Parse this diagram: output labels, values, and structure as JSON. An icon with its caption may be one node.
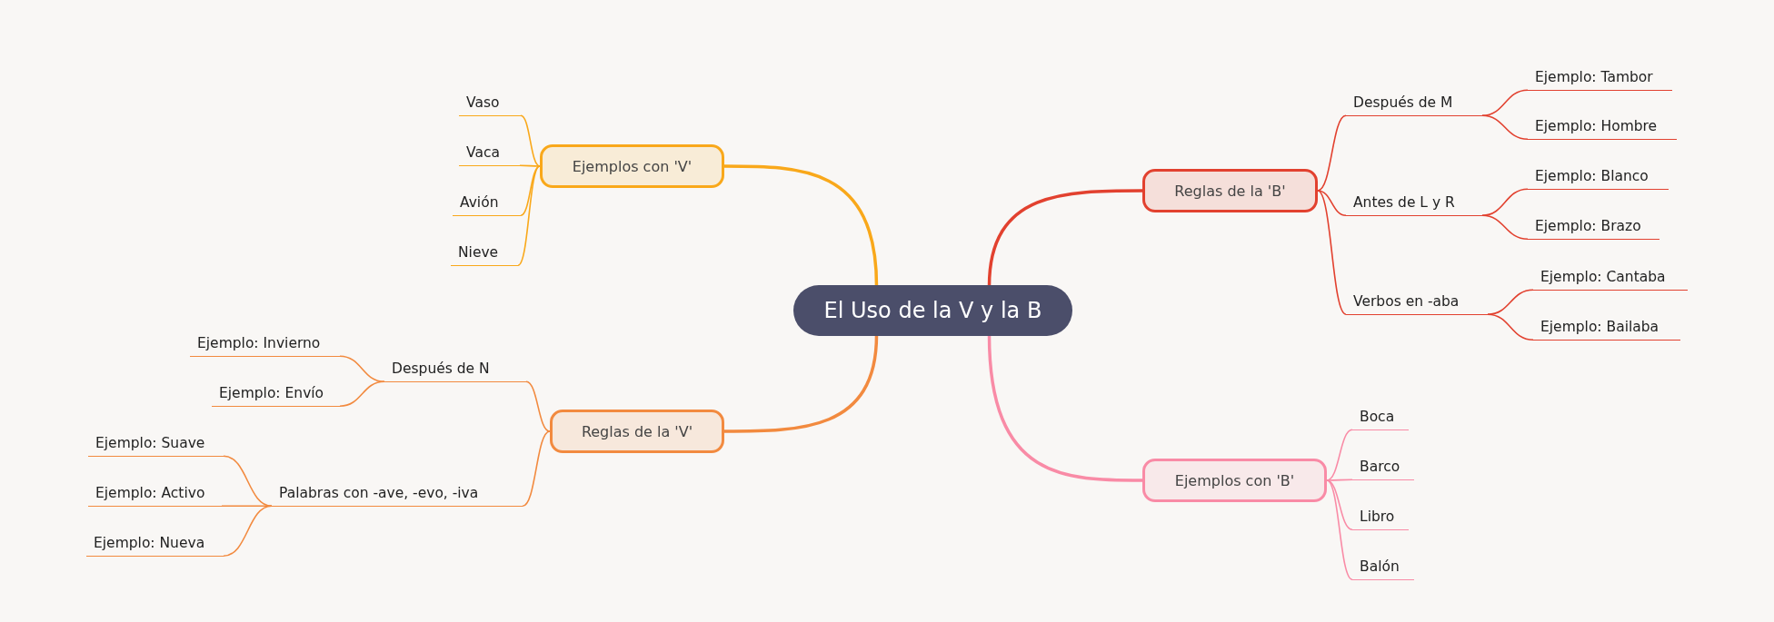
{
  "diagram": {
    "nodes": [
      {
        "text": [
          "El Uso de la V y la B"
        ]
      },
      {
        "text": [
          "Ejemplos con 'V'"
        ]
      },
      {
        "text": [
          "Vaso"
        ]
      },
      {
        "text": [
          "Vaca"
        ]
      },
      {
        "text": [
          "Avión"
        ]
      },
      {
        "text": [
          "Nieve"
        ]
      },
      {
        "text": [
          "Reglas de la 'V'"
        ]
      },
      {
        "text": [
          "Después de N"
        ]
      },
      {
        "text": [
          "Ejemplo: Invierno"
        ]
      },
      {
        "text": [
          "Ejemplo: Envío"
        ]
      },
      {
        "text": [
          "Palabras con -ave, -evo, -iva"
        ]
      },
      {
        "text": [
          "Ejemplo: Suave"
        ]
      },
      {
        "text": [
          "Ejemplo: Activo"
        ]
      },
      {
        "text": [
          "Ejemplo: Nueva"
        ]
      },
      {
        "text": [
          "Reglas de la 'B'"
        ]
      },
      {
        "text": [
          "Después de M"
        ]
      },
      {
        "text": [
          "Ejemplo: Tambor"
        ]
      },
      {
        "text": [
          "Ejemplo: Hombre"
        ]
      },
      {
        "text": [
          "Antes de L y R"
        ]
      },
      {
        "text": [
          "Ejemplo: Blanco"
        ]
      },
      {
        "text": [
          "Ejemplo: Brazo"
        ]
      },
      {
        "text": [
          "Verbos en -aba"
        ]
      },
      {
        "text": [
          "Ejemplo: Cantaba"
        ]
      },
      {
        "text": [
          "Ejemplo: Bailaba"
        ]
      },
      {
        "text": [
          "Ejemplos con 'B'"
        ]
      },
      {
        "text": [
          "Boca"
        ]
      },
      {
        "text": [
          "Barco"
        ]
      },
      {
        "text": [
          "Libro"
        ]
      },
      {
        "text": [
          "Balón"
        ]
      }
    ],
    "edges": [
      {
        "from": 0,
        "to": 1,
        "arrow": "none",
        "color": "#f9a81a"
      },
      {
        "from": 1,
        "to": 2,
        "arrow": "none",
        "color": "#f9a81a"
      },
      {
        "from": 1,
        "to": 3,
        "arrow": "none",
        "color": "#f9a81a"
      },
      {
        "from": 1,
        "to": 4,
        "arrow": "none",
        "color": "#f9a81a"
      },
      {
        "from": 1,
        "to": 5,
        "arrow": "none",
        "color": "#f9a81a"
      },
      {
        "from": 0,
        "to": 6,
        "arrow": "none",
        "color": "#f28a3f"
      },
      {
        "from": 6,
        "to": 7,
        "arrow": "none",
        "color": "#f28a3f"
      },
      {
        "from": 7,
        "to": 8,
        "arrow": "none",
        "color": "#f28a3f"
      },
      {
        "from": 7,
        "to": 9,
        "arrow": "none",
        "color": "#f28a3f"
      },
      {
        "from": 6,
        "to": 10,
        "arrow": "none",
        "color": "#f28a3f"
      },
      {
        "from": 10,
        "to": 11,
        "arrow": "none",
        "color": "#f28a3f"
      },
      {
        "from": 10,
        "to": 12,
        "arrow": "none",
        "color": "#f28a3f"
      },
      {
        "from": 10,
        "to": 13,
        "arrow": "none",
        "color": "#f28a3f"
      },
      {
        "from": 0,
        "to": 14,
        "arrow": "none"
      },
      {
        "from": 14,
        "to": 15,
        "arrow": "none"
      },
      {
        "from": 15,
        "to": 16,
        "arrow": "none"
      },
      {
        "from": 15,
        "to": 17,
        "arrow": "none"
      },
      {
        "from": 14,
        "to": 18,
        "arrow": "none"
      },
      {
        "from": 18,
        "to": 19,
        "arrow": "none"
      },
      {
        "from": 18,
        "to": 20,
        "arrow": "none"
      },
      {
        "from": 14,
        "to": 21,
        "arrow": "none"
      },
      {
        "from": 21,
        "to": 22,
        "arrow": "none"
      },
      {
        "from": 21,
        "to": 23,
        "arrow": "none"
      },
      {
        "from": 0,
        "to": 24,
        "arrow": "none",
        "color": "#f98ba6"
      },
      {
        "from": 24,
        "to": 25,
        "arrow": "none",
        "color": "#f98ba6"
      },
      {
        "from": 24,
        "to": 26,
        "arrow": "none",
        "color": "#f98ba6"
      },
      {
        "from": 24,
        "to": 27,
        "arrow": "none",
        "color": "#f98ba6"
      },
      {
        "from": 24,
        "to": 28,
        "arrow": "none",
        "color": "#f98ba6"
      }
    ]
  }
}
